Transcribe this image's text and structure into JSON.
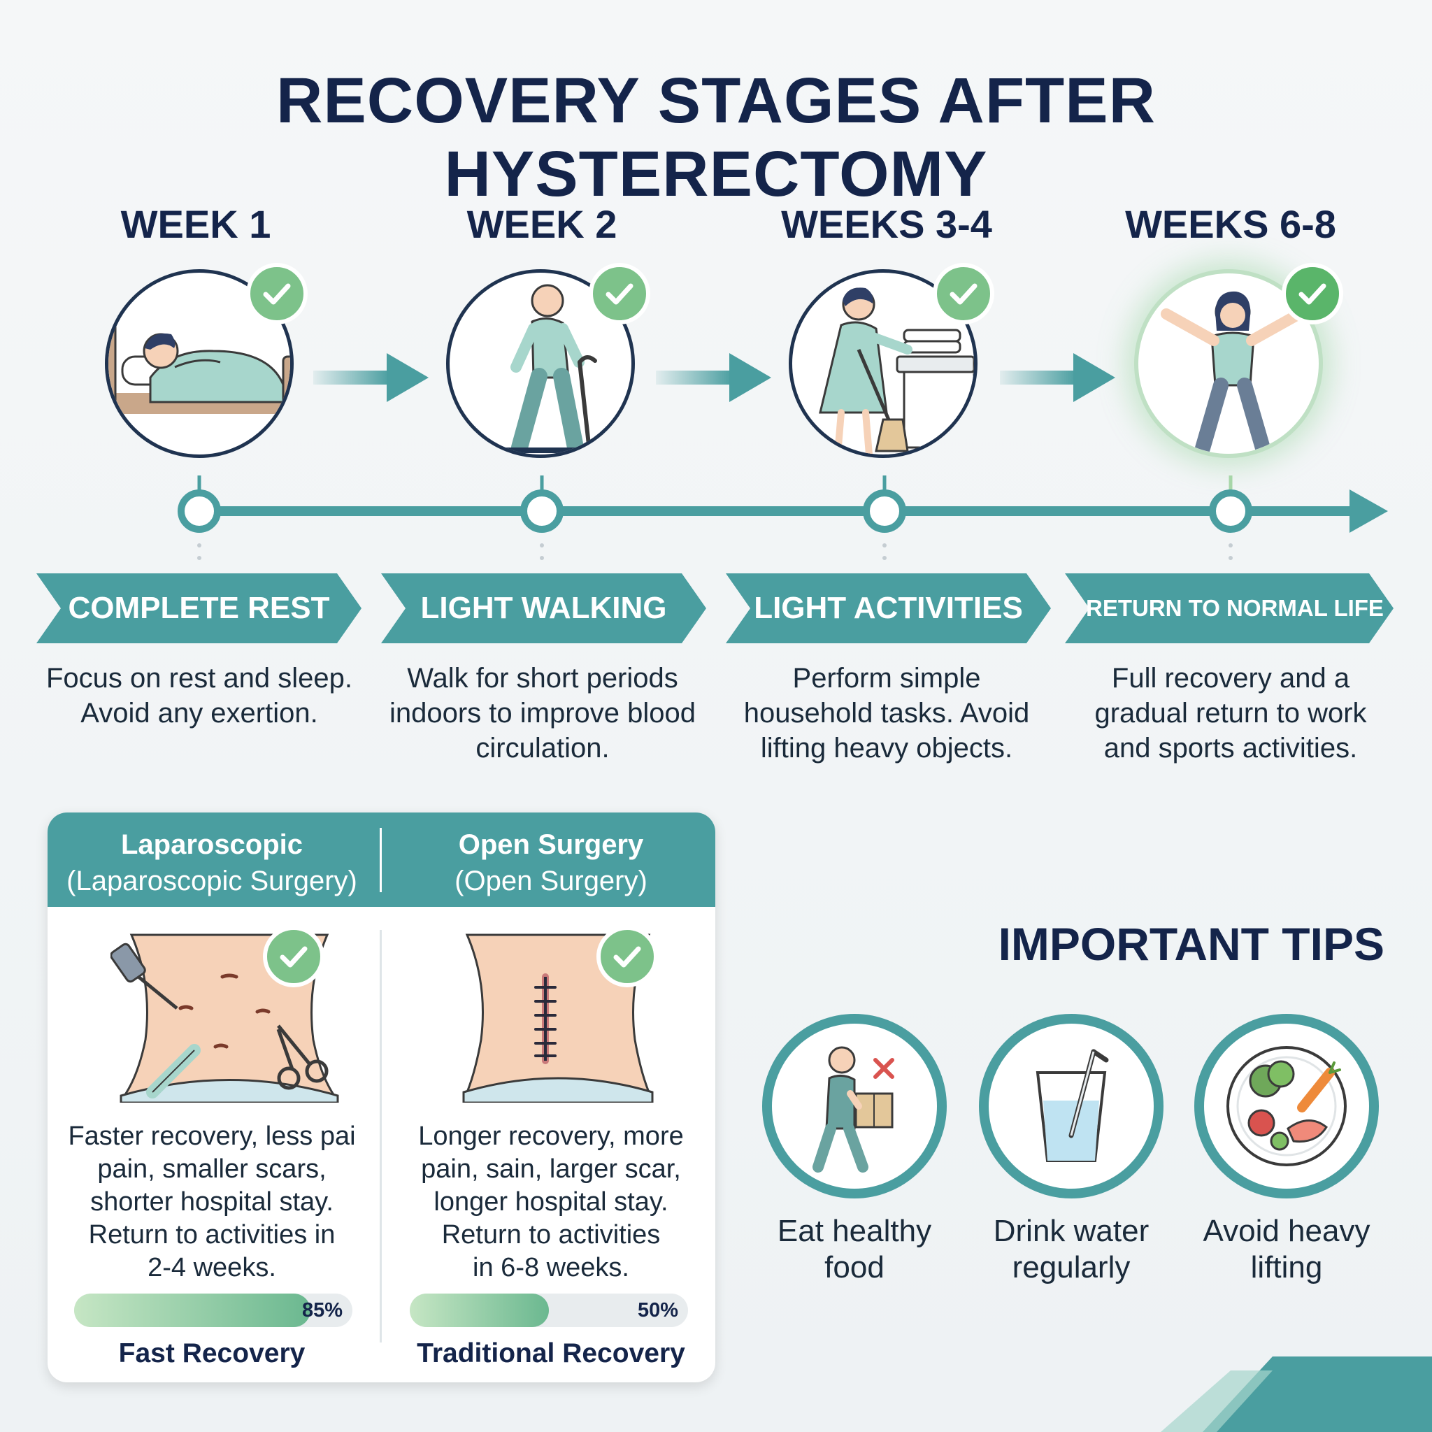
{
  "title": "RECOVERY STAGES AFTER HYSTERECTOMY",
  "colors": {
    "navy": "#14244a",
    "teal": "#4a9ea0",
    "green_check": "#7dc28a",
    "skin": "#f6d2b8",
    "mint": "#a7d6cc"
  },
  "stages": [
    {
      "heading": "WEEK 1",
      "banner": "COMPLETE REST",
      "description": "Focus on rest and sleep. Avoid any exertion.",
      "icon": "bed-rest-icon"
    },
    {
      "heading": "WEEK 2",
      "banner": "LIGHT WALKING",
      "description": "Walk for short periods indoors to improve blood circulation.",
      "icon": "walking-cane-icon"
    },
    {
      "heading": "WEEKS 3-4",
      "banner": "LIGHT ACTIVITIES",
      "description": "Perform simple household tasks. Avoid lifting heavy objects.",
      "icon": "household-chores-icon"
    },
    {
      "heading": "WEEKS 6-8",
      "banner": "RETURN TO NORMAL LIFE",
      "description": "Full recovery and a gradual return to work and sports activities.",
      "icon": "celebrating-person-icon"
    }
  ],
  "comparison": {
    "laparoscopic": {
      "title": "Laparoscopic",
      "subtitle": "(Laparoscopic Surgery)",
      "lines": [
        "Faster recovery, less pai",
        "pain, smaller scars,",
        "shorter hospital stay.",
        "Return to activities in",
        "2-4 weeks."
      ],
      "progress": 85,
      "progress_label": "85%",
      "caption": "Fast Recovery"
    },
    "open": {
      "title": "Open Surgery",
      "subtitle": "(Open Surgery)",
      "lines": [
        "Longer recovery, more",
        "pain, sain, larger scar,",
        "longer hospital stay.",
        "Return to activities",
        "in 6-8 weeks."
      ],
      "progress": 50,
      "progress_label": "50%",
      "caption": "Traditional Recovery"
    }
  },
  "tips": {
    "title": "IMPORTANT TIPS",
    "items": [
      {
        "label_line1": "Eat healthy",
        "label_line2": "food",
        "icon": "lifting-box-icon"
      },
      {
        "label_line1": "Drink water",
        "label_line2": "regularly",
        "icon": "water-glass-icon"
      },
      {
        "label_line1": "Avoid heavy",
        "label_line2": "lifting",
        "icon": "healthy-plate-icon"
      }
    ]
  }
}
